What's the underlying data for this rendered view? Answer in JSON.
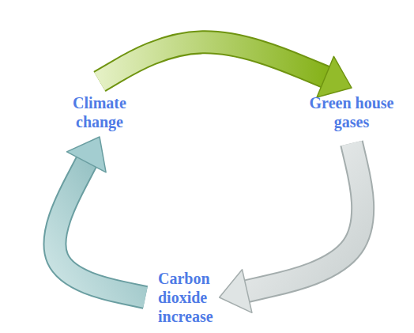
{
  "diagram": {
    "nodes": [
      {
        "text": [
          "Climate change"
        ]
      },
      {
        "text": [
          "Green house gases"
        ]
      },
      {
        "text": [
          "Carbon dioxide increase"
        ]
      }
    ],
    "edges": [
      {
        "from": 0,
        "to": 1,
        "arrow": "to"
      },
      {
        "from": 1,
        "to": 2,
        "arrow": "to"
      },
      {
        "from": 2,
        "to": 0,
        "arrow": "to"
      }
    ]
  }
}
